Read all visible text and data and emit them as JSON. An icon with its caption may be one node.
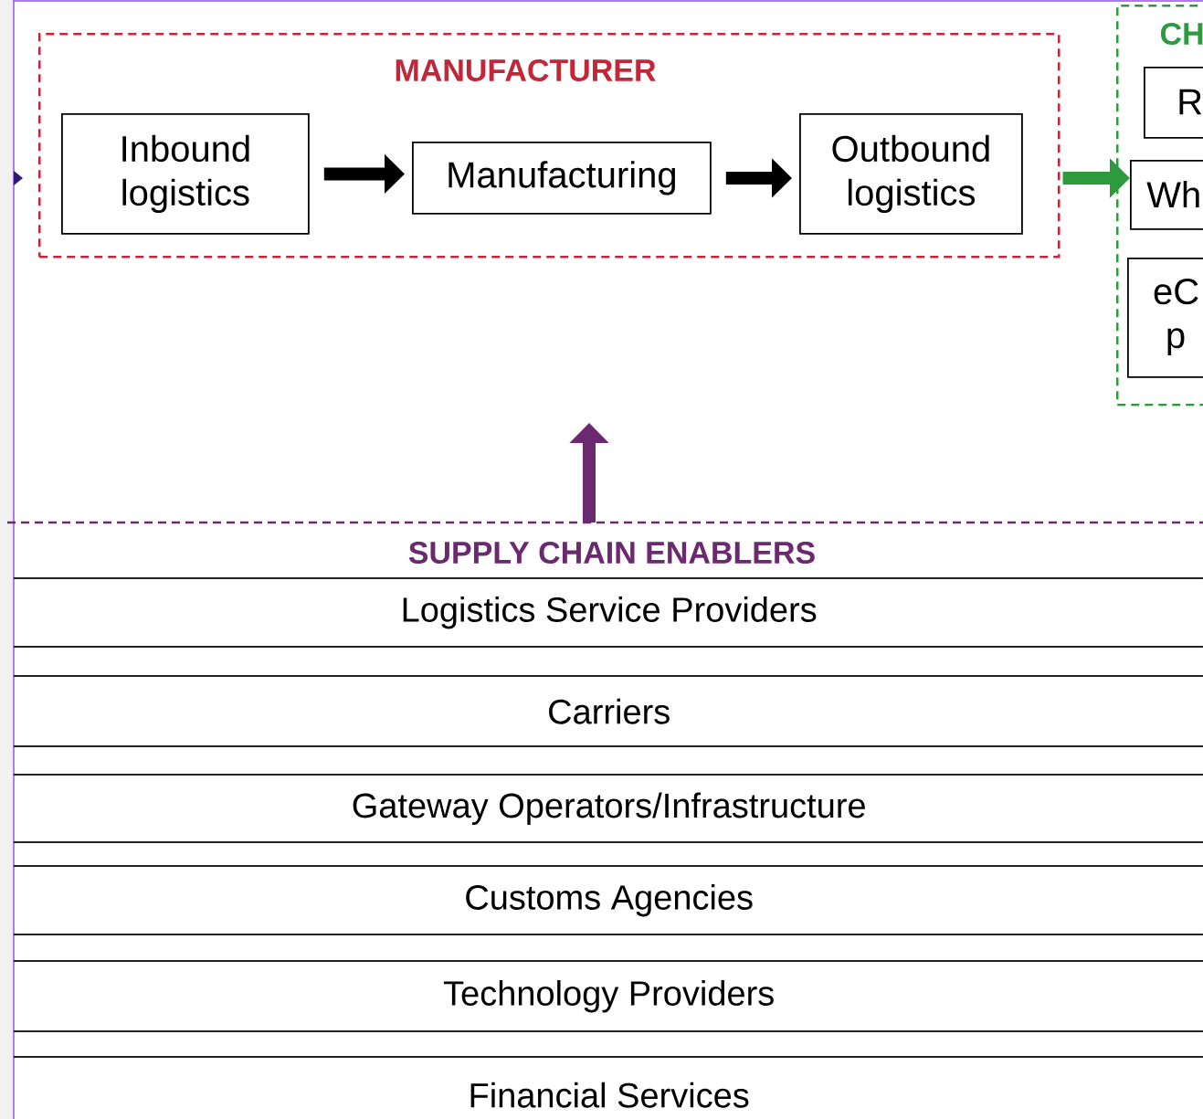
{
  "diagram": {
    "nodes": [
      {
        "text": [
          "MANUFACTURER"
        ]
      },
      {
        "text": [
          "Inbound logistics"
        ],
        "in": 0
      },
      {
        "text": [
          "Manufacturing"
        ],
        "in": 0
      },
      {
        "text": [
          "Outbound logistics"
        ],
        "in": 0
      },
      {
        "text": [
          "CH"
        ]
      },
      {
        "text": [
          "R"
        ],
        "in": 4
      },
      {
        "text": [
          "Wh"
        ],
        "in": 4
      },
      {
        "text": [
          "eC p"
        ],
        "in": 4
      },
      {
        "text": [
          "SUPPLY CHAIN ENABLERS"
        ]
      },
      {
        "text": [
          "Logistics Service Providers"
        ]
      },
      {
        "text": [
          "Carriers"
        ]
      },
      {
        "text": [
          "Gateway Operators/Infrastructure"
        ]
      },
      {
        "text": [
          "Customs Agencies"
        ]
      },
      {
        "text": [
          "Technology Providers"
        ]
      },
      {
        "text": [
          "Financial Services"
        ]
      }
    ],
    "edges": [
      {
        "from": 1,
        "to": 2,
        "arrow": "to"
      },
      {
        "from": 2,
        "to": 3,
        "arrow": "to"
      },
      {
        "from": 0,
        "to": 4,
        "arrow": "to",
        "color": "#2e9a3e"
      },
      {
        "from": 8,
        "to": null,
        "arrow": "to",
        "color": "#6b2a6f"
      },
      {
        "from": null,
        "to": 0,
        "arrow": "to",
        "color": "#2e1a6b"
      }
    ]
  }
}
